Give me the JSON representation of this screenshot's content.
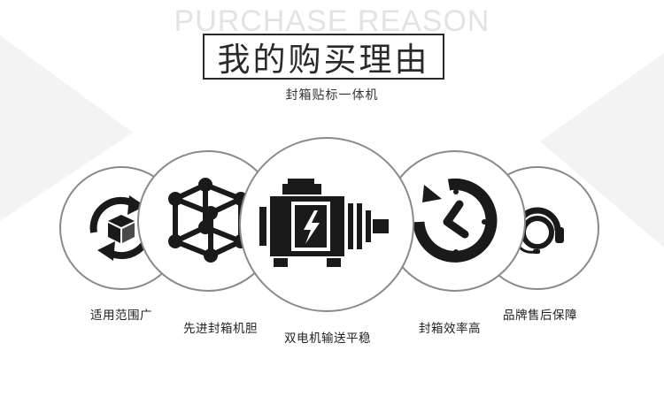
{
  "header": {
    "bg_text": "PURCHASE REASON",
    "title": "我的购买理由",
    "subtitle": "封箱贴标一体机"
  },
  "features": [
    {
      "label": "适用范围广",
      "icon": "recycle-box-icon"
    },
    {
      "label": "先进封箱机胆",
      "icon": "cube-frame-icon"
    },
    {
      "label": "双电机输送平稳",
      "icon": "electric-motor-icon"
    },
    {
      "label": "封箱效率高",
      "icon": "clock-speed-icon"
    },
    {
      "label": "品牌售后保障",
      "icon": "headset-icon"
    }
  ],
  "colors": {
    "accent": "#1a1a1a",
    "circle_border": "#8a8a8a",
    "bg_shape": "#f2f2f2"
  }
}
